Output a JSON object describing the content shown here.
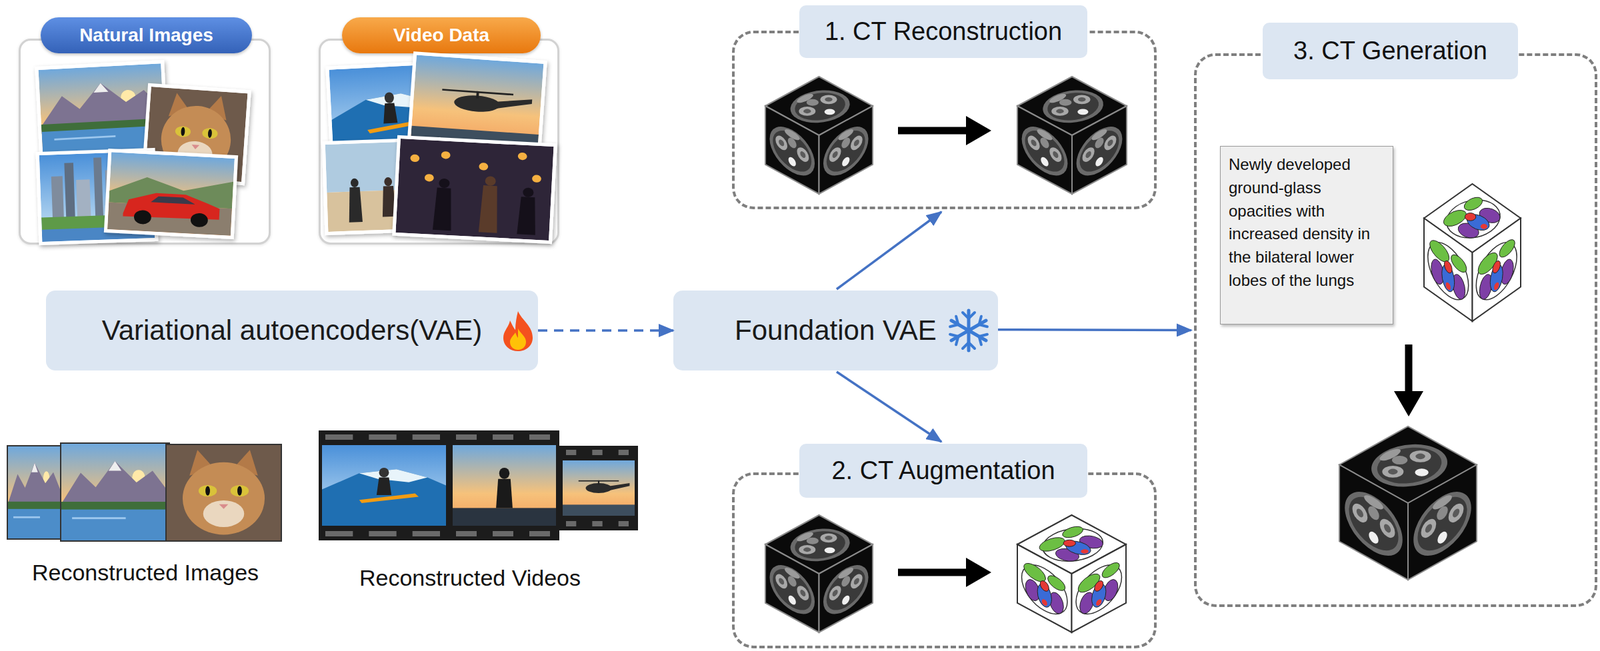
{
  "diagram": {
    "nodes": [
      {
        "text": [
          "Natural Images"
        ]
      },
      {
        "text": [
          "Video Data"
        ]
      },
      {
        "text": [
          "Variational autoencoders(VAE)"
        ]
      },
      {
        "text": [
          "Foundation VAE"
        ]
      },
      {
        "text": [
          "1. CT Reconstruction"
        ]
      },
      {
        "text": [
          "2. CT Augmentation"
        ]
      },
      {
        "text": [
          "3. CT Generation"
        ]
      },
      {
        "text": [
          "Newly developed ground-glass opacities with increased density in the bilateral lower lobes of the lungs"
        ],
        "in": 6
      }
    ],
    "edges": [
      {
        "from": 2,
        "to": 3,
        "arrow": "to"
      },
      {
        "from": 3,
        "to": 4,
        "arrow": "to"
      },
      {
        "from": 3,
        "to": 5,
        "arrow": "to"
      },
      {
        "from": 3,
        "to": 6,
        "arrow": "to"
      }
    ],
    "labels": [
      "Reconstructed Images",
      "Reconstructed Videos"
    ]
  }
}
